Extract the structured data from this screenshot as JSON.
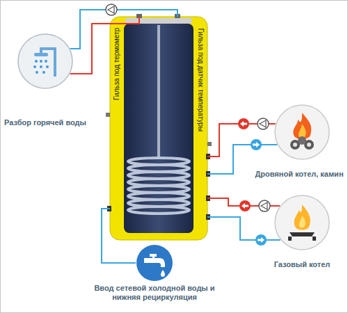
{
  "diagram": {
    "nodes": [
      {
        "text": [
          "Гильза под термометр",
          "Гильза под датчик температуры"
        ]
      },
      {
        "text": [
          "Разбор горячей воды"
        ]
      },
      {
        "text": [
          "Дровяной котел, камин"
        ]
      },
      {
        "text": [
          "Газовый котел"
        ]
      },
      {
        "text": [
          "Ввод сетевой холодной воды и нижняя рециркуляция"
        ]
      }
    ],
    "edges": [
      {
        "from": 0,
        "to": 1,
        "arrow": "none"
      },
      {
        "from": 1,
        "to": 0,
        "arrow": "none"
      },
      {
        "from": 2,
        "to": 0,
        "arrow": "none"
      },
      {
        "from": 0,
        "to": 2,
        "arrow": "none"
      },
      {
        "from": 3,
        "to": 0,
        "arrow": "none"
      },
      {
        "from": 0,
        "to": 3,
        "arrow": "none"
      },
      {
        "from": 4,
        "to": 0,
        "arrow": "none"
      }
    ]
  }
}
